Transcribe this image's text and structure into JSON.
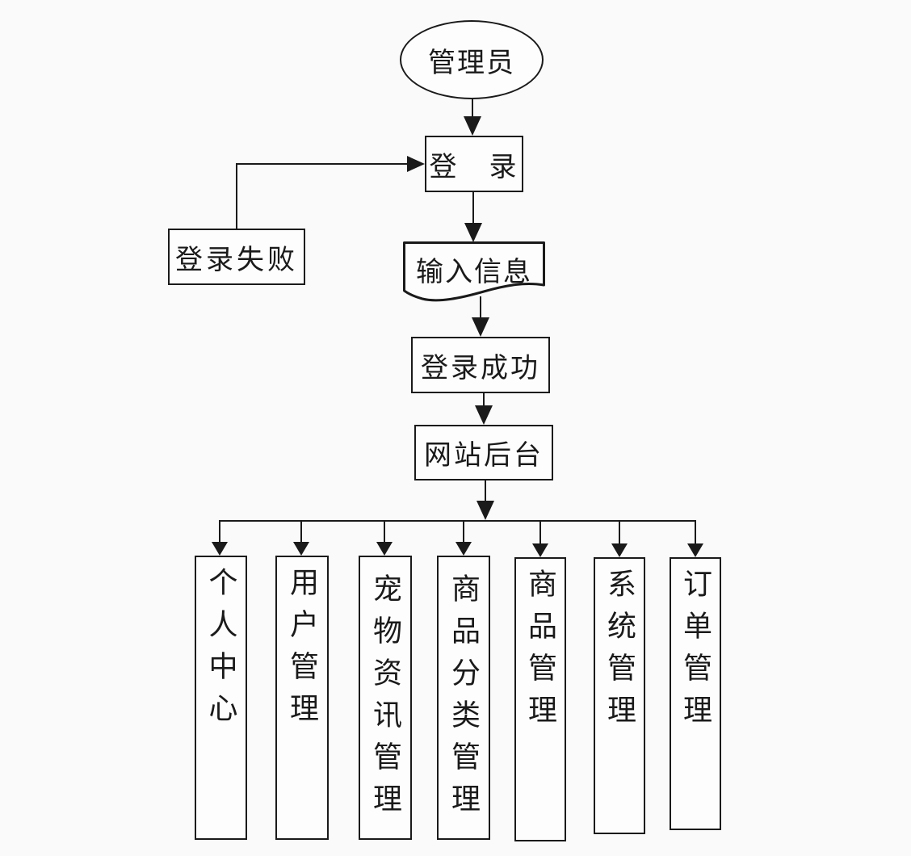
{
  "colors": {
    "background": "#fafafb",
    "stroke": "#1a1a1a",
    "node_fill": "#fdfdfd"
  },
  "nodes": {
    "admin": {
      "label": "管理员",
      "shape": "ellipse"
    },
    "login": {
      "label": "登　录",
      "shape": "rect"
    },
    "login_fail": {
      "label": "登录失败",
      "shape": "rect"
    },
    "input_info": {
      "label": "输入信息",
      "shape": "document"
    },
    "login_success": {
      "label": "登录成功",
      "shape": "rect"
    },
    "backend": {
      "label": "网站后台",
      "shape": "rect"
    }
  },
  "modules": [
    {
      "label": "个人中心"
    },
    {
      "label": "用户管理"
    },
    {
      "label": "宠物资讯管理"
    },
    {
      "label": "商品分类管理"
    },
    {
      "label": "商品管理"
    },
    {
      "label": "系统管理"
    },
    {
      "label": "订单管理"
    }
  ],
  "edges": [
    "管理员 -> 登录",
    "登录失败 -> 登录",
    "登录 -> 输入信息",
    "输入信息 -> 登录成功",
    "登录成功 -> 网站后台",
    "网站后台 -> 个人中心 / 用户管理 / 宠物资讯管理 / 商品分类管理 / 商品管理 / 系统管理 / 订单管理"
  ]
}
